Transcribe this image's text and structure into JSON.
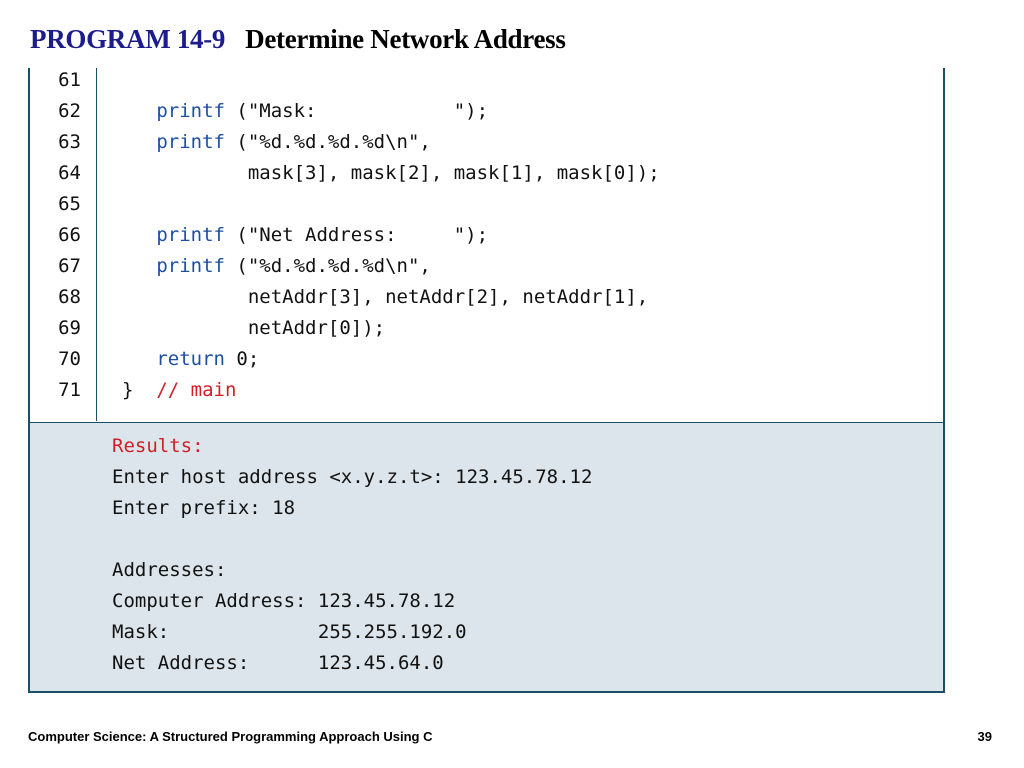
{
  "slide": {
    "program_label": "PROGRAM 14-9",
    "program_title": "Determine Network Address"
  },
  "code": {
    "lines": [
      {
        "num": "61",
        "indent": "",
        "keyword": "",
        "text": "",
        "comment": ""
      },
      {
        "num": "62",
        "indent": "   ",
        "keyword": "printf",
        "text": " (\"Mask:            \");",
        "comment": ""
      },
      {
        "num": "63",
        "indent": "   ",
        "keyword": "printf",
        "text": " (\"%d.%d.%d.%d\\n\",",
        "comment": ""
      },
      {
        "num": "64",
        "indent": "           ",
        "keyword": "",
        "text": "mask[3], mask[2], mask[1], mask[0]);",
        "comment": ""
      },
      {
        "num": "65",
        "indent": "",
        "keyword": "",
        "text": "",
        "comment": ""
      },
      {
        "num": "66",
        "indent": "   ",
        "keyword": "printf",
        "text": " (\"Net Address:     \");",
        "comment": ""
      },
      {
        "num": "67",
        "indent": "   ",
        "keyword": "printf",
        "text": " (\"%d.%d.%d.%d\\n\",",
        "comment": ""
      },
      {
        "num": "68",
        "indent": "           ",
        "keyword": "",
        "text": "netAddr[3], netAddr[2], netAddr[1],",
        "comment": ""
      },
      {
        "num": "69",
        "indent": "           ",
        "keyword": "",
        "text": "netAddr[0]);",
        "comment": ""
      },
      {
        "num": "70",
        "indent": "   ",
        "keyword": "return",
        "text": " 0;",
        "comment": ""
      },
      {
        "num": "71",
        "indent": "",
        "keyword": "",
        "text": "}  ",
        "comment": "// main"
      }
    ]
  },
  "results": {
    "heading": "Results:",
    "lines": [
      "Enter host address <x.y.z.t>: 123.45.78.12",
      "Enter prefix: 18",
      "",
      "Addresses:",
      "Computer Address: 123.45.78.12",
      "Mask:             255.255.192.0",
      "Net Address:      123.45.64.0"
    ]
  },
  "footer": {
    "book_title": "Computer Science: A Structured Programming Approach Using C",
    "page_number": "39"
  },
  "colors": {
    "program_label": "#1c1c8c",
    "keyword": "#1d4fa3",
    "comment": "#cf1f28",
    "results_background": "#dce5eb",
    "border": "#1d4e67"
  }
}
